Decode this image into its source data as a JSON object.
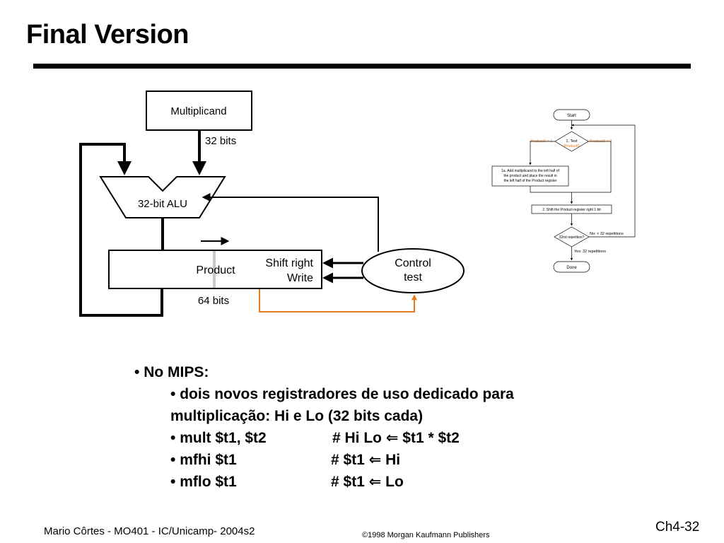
{
  "slide": {
    "title": "Final Version"
  },
  "datapath": {
    "multiplicand_label": "Multiplicand",
    "multiplicand_width": "32 bits",
    "alu_label": "32-bit ALU",
    "product_label": "Product",
    "shift_right_label": "Shift right",
    "write_label": "Write",
    "product_width": "64 bits",
    "control_line1": "Control",
    "control_line2": "test",
    "accent_color": "#e87a1a"
  },
  "flowchart": {
    "start": "Start",
    "test_line1": "1. Test",
    "test_line2": "Product0",
    "branch_one": "Product0 = 1",
    "branch_zero": "Product0 = 0",
    "add_line1": "1a. Add multiplicand to the left half of",
    "add_line2": "the product and place the result in",
    "add_line3": "the left half of the Product register",
    "shift_step": "2. Shift the Product register right 1 bit",
    "repetition": "32nd repetition?",
    "no_branch": "No: < 32 repetitions",
    "yes_branch": "Yes: 32 repetitions",
    "done": "Done",
    "accent_color": "#e87a1a"
  },
  "notes": {
    "heading": "No MIPS:",
    "line1": "dois novos registradores de uso dedicado para",
    "line2": "multiplicação: Hi e Lo (32 bits cada)",
    "instructions": [
      {
        "code": "mult $t1, $t2",
        "comment": "# Hi Lo ⇐ $t1 * $t2"
      },
      {
        "code": "mfhi $t1",
        "comment": "# $t1 ⇐ Hi"
      },
      {
        "code": "mflo $t1",
        "comment": "# $t1 ⇐ Lo"
      }
    ]
  },
  "footer": {
    "author": "Mario Côrtes - MO401 - IC/Unicamp- 2004s2",
    "copyright": "©1998 Morgan Kaufmann Publishers",
    "page": "Ch4-32"
  }
}
